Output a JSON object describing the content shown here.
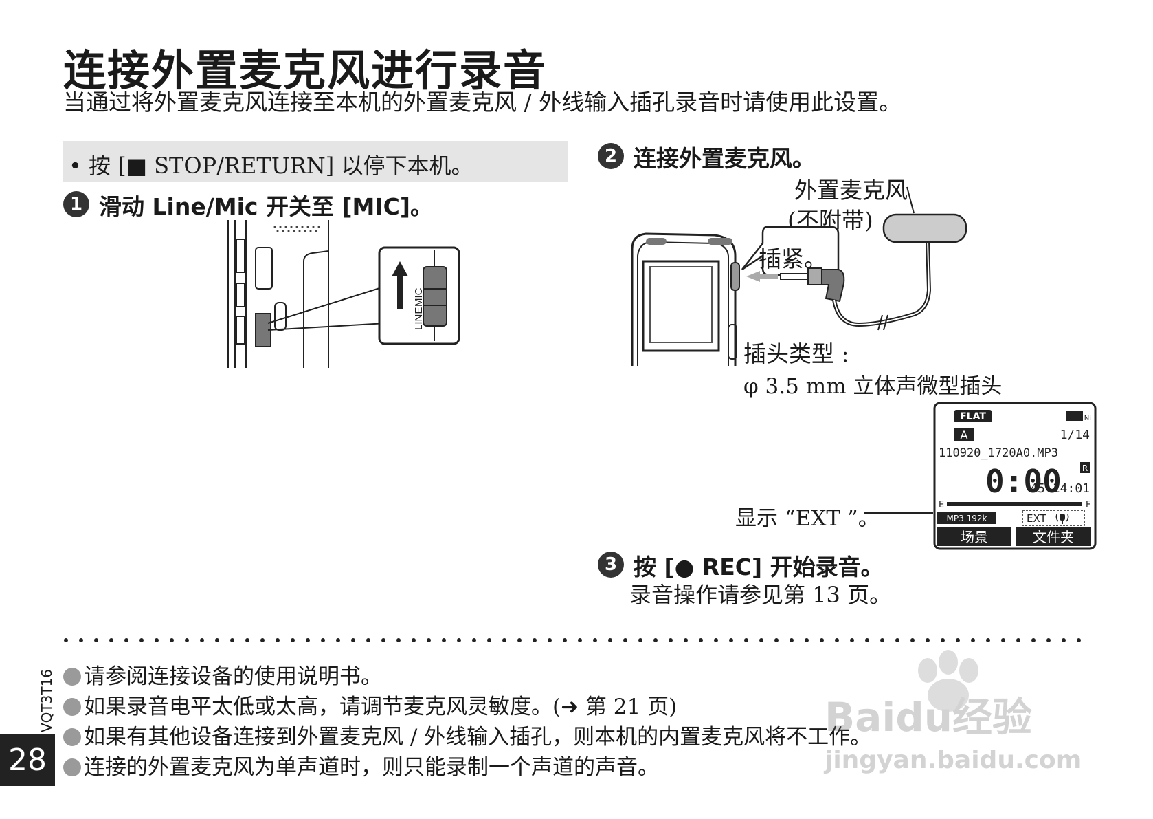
{
  "title": "连接外置麦克风进行录音",
  "subtitle": "当通过将外置麦克风连接至本机的外置麦克风 / 外线输入插孔录音时请使用此设置。",
  "prep": "• 按 [■ STOP/RETURN] 以停下本机。",
  "steps": [
    {
      "num": "1",
      "text": "滑动 Line/Mic 开关至 [MIC]。"
    },
    {
      "num": "2",
      "text": "连接外置麦克风。"
    },
    {
      "num": "3",
      "text": "按 [● REC] 开始录音。",
      "sub": "录音操作请参见第 13 页。"
    }
  ],
  "switch_labels": {
    "line": "LINE",
    "mic": "MIC"
  },
  "mic_labels": {
    "name": "外置麦克风",
    "note": "(不附带)",
    "tighten": "插紧。"
  },
  "plug": {
    "label": "插头类型 :",
    "type": "φ 3.5 mm 立体声微型插头"
  },
  "ext_note": "显示 “EXT ”。",
  "screen": {
    "eq": "FLAT",
    "battery": "Ni",
    "folder": "A",
    "track": "1/14",
    "filename": "110920_1720A0.MP3",
    "time": "0:00",
    "remaining": "45:14:01",
    "rec_mark": "R",
    "level_left": "E",
    "level_right": "F",
    "format": "MP3 192k",
    "ext": "EXT",
    "soft_left": "场景",
    "soft_right": "文件夹"
  },
  "notes": [
    "请参阅连接设备的使用说明书。",
    "如果录音电平太低或太高，请调节麦克风灵敏度。(➜ 第 21 页)",
    "如果有其他设备连接到外置麦克风 / 外线输入插孔，则本机的内置麦克风将不工作。",
    "连接的外置麦克风为单声道时，则只能录制一个声道的声音。"
  ],
  "doc_code": "VQT3T16",
  "page_number": "28",
  "watermark": {
    "brand": "Baidu经验",
    "url": "jingyan.baidu.com"
  }
}
